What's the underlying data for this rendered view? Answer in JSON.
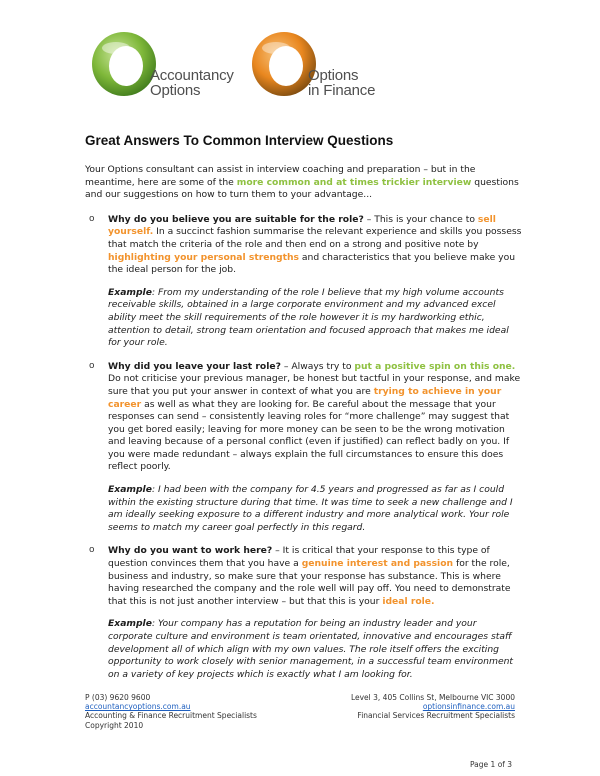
{
  "colors": {
    "accent_green": "#8fc142",
    "accent_orange": "#f2932d",
    "link_blue": "#1e5fbf",
    "text": "#1c1c1c"
  },
  "header": {
    "logo1": {
      "icon": "accountancy-options-ring-logo",
      "line1": "Accountancy",
      "line2": "Options"
    },
    "logo2": {
      "icon": "options-in-finance-ring-logo",
      "line1": "Options",
      "line2": "in Finance"
    }
  },
  "document": {
    "title": "Great Answers To Common Interview Questions",
    "intro": {
      "part1": "Your Options consultant can assist in interview coaching and preparation – but in the meantime, here are some of the ",
      "highlight": "more common and at times trickier interview",
      "part2": " questions and our suggestions on how to turn them to your advantage..."
    },
    "questions": [
      {
        "title": "Why do you believe you are suitable for the role?",
        "body": [
          {
            "t": " – This is your chance to ",
            "s": "plain"
          },
          {
            "t": "sell yourself.",
            "s": "orange"
          },
          {
            "t": "  In a succinct fashion summarise the relevant experience and skills you possess that match the criteria of the role and then end on a strong and positive note by ",
            "s": "plain"
          },
          {
            "t": "highlighting your personal strengths",
            "s": "orange"
          },
          {
            "t": " and characteristics that you believe make you the ideal person for the job.",
            "s": "plain"
          }
        ],
        "example_label": "Example",
        "example_text": ": From my understanding of the role I believe that my high volume accounts receivable skills, obtained in a large corporate environment and my advanced excel ability  meet the skill requirements of the role however it is my hardworking ethic, attention to detail,  strong team orientation and focused approach that makes me ideal for your role."
      },
      {
        "title": "Why did you leave your last role?",
        "body": [
          {
            "t": " – Always try to ",
            "s": "plain"
          },
          {
            "t": "put a positive spin on this one.",
            "s": "green"
          },
          {
            "t": " Do not criticise your previous manager, be honest but tactful in your response, and make sure that you put your answer in context of what you are ",
            "s": "plain"
          },
          {
            "t": "trying to achieve in your career",
            "s": "orange"
          },
          {
            "t": " as well as what they are looking for.  Be careful about the message that your responses can send – consistently leaving roles for “more challenge” may suggest that you get bored easily; leaving for more money can be seen to be the wrong motivation and leaving because of a personal conflict (even if justified) can reflect badly on you.  If you were made redundant – always explain the full circumstances to ensure this does reflect poorly.",
            "s": "plain"
          }
        ],
        "example_label": "Example",
        "example_text": ": I had been with the company for 4.5 years and progressed as far as I could within the existing structure during that time.  It was time to seek a new challenge and I am ideally seeking exposure to a different industry and more analytical work.  Your role seems to match my career goal perfectly in this regard."
      },
      {
        "title": "Why do you want to work here?",
        "body": [
          {
            "t": " – It is critical that your response to this type of question convinces them that you have a ",
            "s": "plain"
          },
          {
            "t": "genuine interest and passion",
            "s": "orange"
          },
          {
            "t": " for the role, business and industry, so make sure that your response has substance.  This is where having researched the company and the role well will pay off.  You need to demonstrate that this is not just another interview – but that this is your ",
            "s": "plain"
          },
          {
            "t": "ideal role.",
            "s": "orange"
          }
        ],
        "example_label": "Example",
        "example_text": ": Your company has a reputation for being an industry leader and your corporate culture and environment is team orientated, innovative and encourages staff development all of which align with my own values.  The role itself offers the exciting opportunity to work closely with senior management, in a successful team environment on a variety of key projects which is exactly what I am looking for."
      }
    ]
  },
  "footer": {
    "left": {
      "phone": "P (03) 9620 9600",
      "site": "accountancyoptions.com.au",
      "tagline": "Accounting & Finance Recruitment Specialists",
      "copyright": "Copyright 2010"
    },
    "right": {
      "address": "Level 3, 405 Collins St, Melbourne VIC 3000",
      "site": "optionsinfinance.com.au",
      "tagline": "Financial Services Recruitment Specialists"
    },
    "page": "Page 1 of 3"
  }
}
